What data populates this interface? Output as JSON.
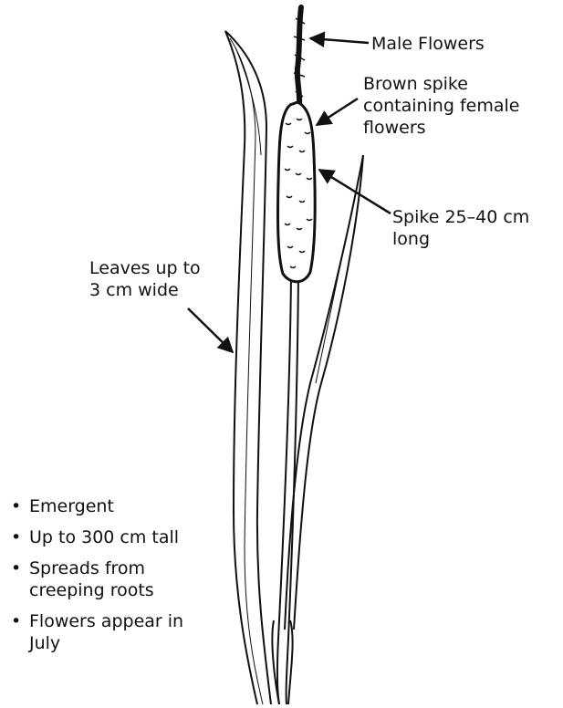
{
  "labels": {
    "male_flowers": "Male Flowers",
    "female_spike": "Brown spike\ncontaining female\nflowers",
    "spike_length": "Spike 25–40 cm\nlong",
    "leaves": "Leaves up to\n3 cm wide"
  },
  "bullets": [
    "Emergent",
    "Up to 300 cm tall",
    "Spreads from creeping roots",
    "Flowers appear in July"
  ]
}
